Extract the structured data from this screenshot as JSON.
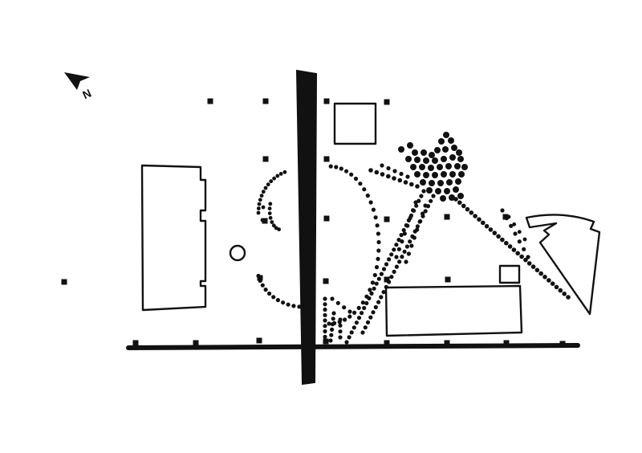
{
  "diagram": {
    "kind": "site-plan-sketch",
    "ink_color": "#111111",
    "paper_color": "#ffffff",
    "north_arrow": {
      "label": "N",
      "icon": "north-arrow-icon"
    },
    "elements": [
      "north-arrow-icon",
      "vertical-hatched-band",
      "horizontal-ground-line",
      "left-building",
      "small-circle",
      "top-square-building",
      "large-rectangle-building",
      "small-square",
      "right-polygon-building",
      "grid-markers",
      "dot-patterns"
    ]
  }
}
